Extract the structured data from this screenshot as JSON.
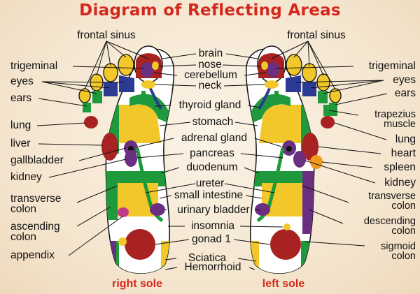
{
  "title": "Diagram of Reflecting Areas",
  "soles": {
    "right": "right sole",
    "left": "left sole"
  },
  "colors": {
    "title": "#d5281c",
    "yellow": "#f2c72a",
    "green": "#1e9a3c",
    "red": "#a82222",
    "purple": "#6b2f82",
    "blue": "#2b3a92",
    "orange": "#f29a1e",
    "magenta": "#c23a8a"
  },
  "labels": {
    "frontal_sinus_right": "frontal sinus",
    "frontal_sinus_left": "frontal sinus",
    "trigeminal_right": "trigeminal",
    "trigeminal_left": "trigeminal",
    "eyes_right": "eyes",
    "eyes_left": "eyes",
    "ears_right": "ears",
    "ears_left": "ears",
    "lung_right": "lung",
    "lung_left": "lung",
    "liver": "liver",
    "gallbladder": "gallbladder",
    "kidney_right": "kidney",
    "kidney_left": "kidney",
    "transverse_colon_right": [
      "transverse",
      "colon"
    ],
    "transverse_colon_left": [
      "transverse",
      "colon"
    ],
    "ascending_colon": [
      "ascending",
      "colon"
    ],
    "appendix": "appendix",
    "trapezius_muscle": [
      "trapezius",
      "muscle"
    ],
    "heart": "heart",
    "spleen": "spleen",
    "descending_colon": [
      "descending",
      "colon"
    ],
    "sigmoid_colon": [
      "sigmoid",
      "colon"
    ],
    "brain": "brain",
    "nose": "nose",
    "cerebellum": "cerebellum",
    "neck": "neck",
    "thyroid_gland": "thyroid gland",
    "stomach": "stomach",
    "adrenal_gland": "adrenal gland",
    "pancreas": "pancreas",
    "duodenum": "duodenum",
    "ureter": "ureter",
    "small_intestine": "small intestine",
    "urinary_bladder": "urinary bladder",
    "insomnia": "insomnia",
    "gonad": "gonad 1",
    "sciatica": "Sciatica",
    "hemorrhoid": "Hemorrhoid"
  }
}
